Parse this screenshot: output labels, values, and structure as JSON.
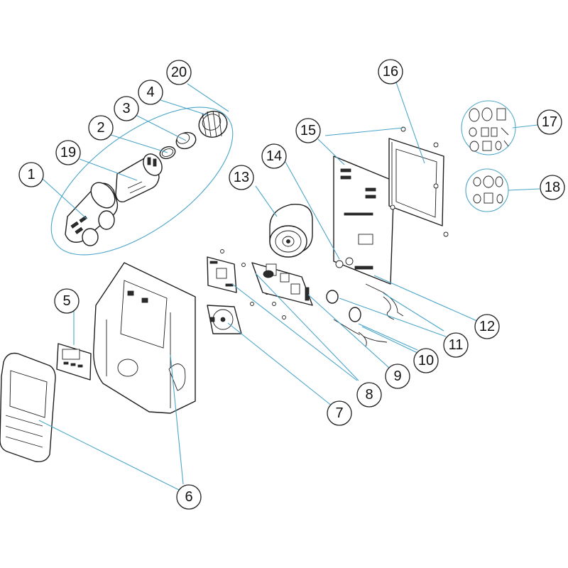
{
  "diagram": {
    "callouts": [
      {
        "id": "1",
        "label": "1"
      },
      {
        "id": "2",
        "label": "2"
      },
      {
        "id": "3",
        "label": "3"
      },
      {
        "id": "4",
        "label": "4"
      },
      {
        "id": "5",
        "label": "5"
      },
      {
        "id": "6",
        "label": "6"
      },
      {
        "id": "7",
        "label": "7"
      },
      {
        "id": "8",
        "label": "8"
      },
      {
        "id": "9",
        "label": "9"
      },
      {
        "id": "10",
        "label": "10"
      },
      {
        "id": "11",
        "label": "11"
      },
      {
        "id": "12",
        "label": "12"
      },
      {
        "id": "13",
        "label": "13"
      },
      {
        "id": "14",
        "label": "14"
      },
      {
        "id": "15",
        "label": "15"
      },
      {
        "id": "16",
        "label": "16"
      },
      {
        "id": "17",
        "label": "17"
      },
      {
        "id": "18",
        "label": "18"
      },
      {
        "id": "19",
        "label": "19"
      },
      {
        "id": "20",
        "label": "20"
      }
    ],
    "colors": {
      "leader_line": "#4aa5c9",
      "outline": "#1e1e1e",
      "background": "#ffffff"
    }
  }
}
